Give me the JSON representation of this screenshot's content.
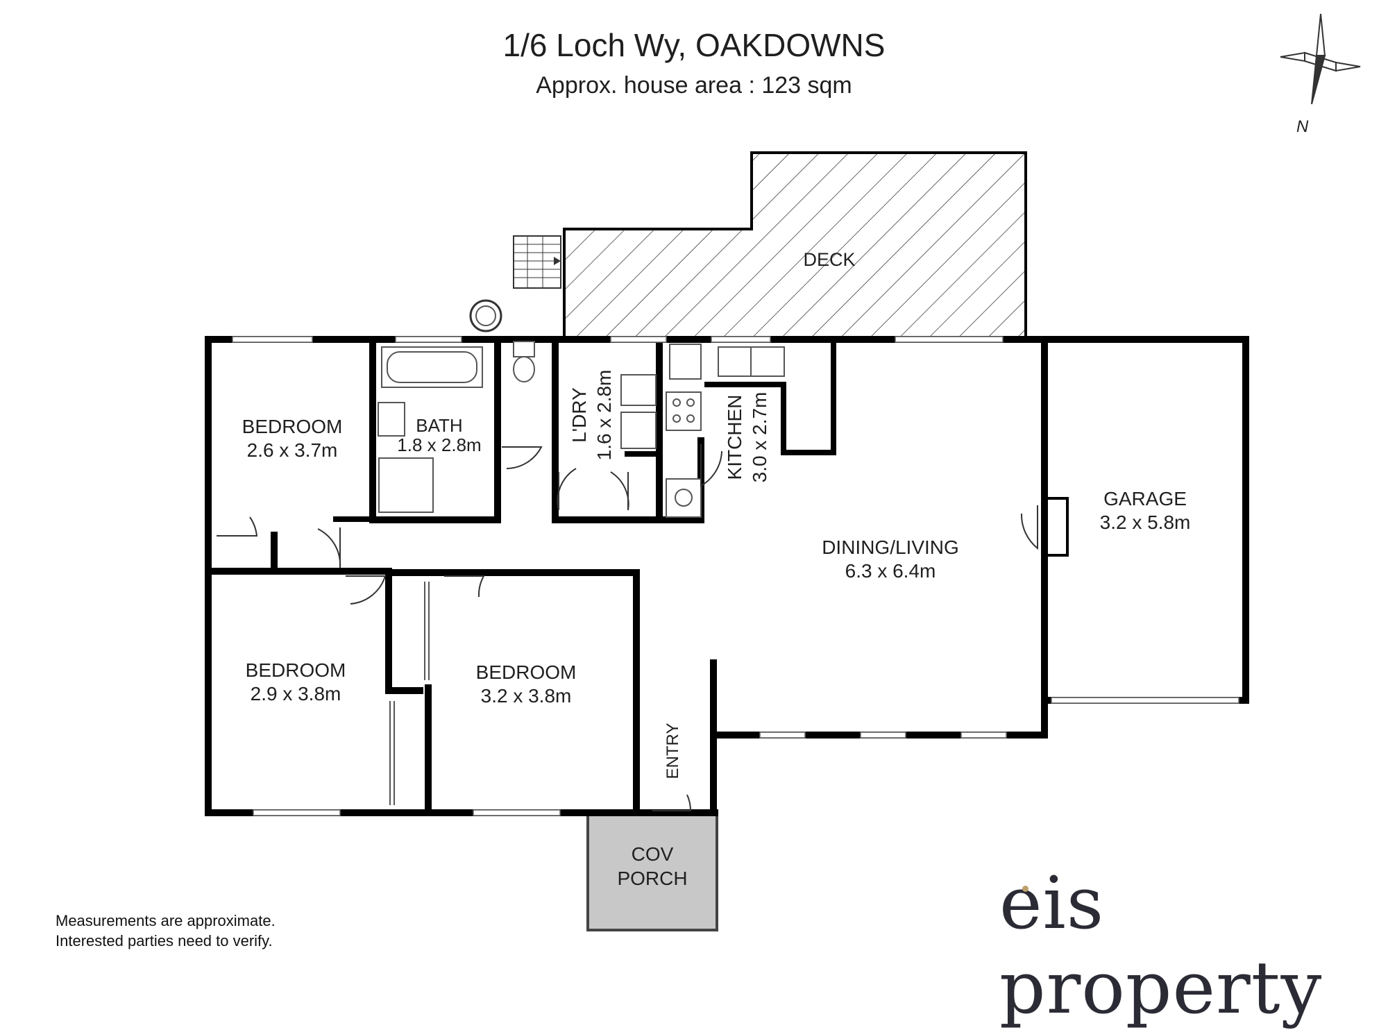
{
  "header": {
    "address": "1/6 Loch Wy, OAKDOWNS",
    "area": "Approx. house area : 123 sqm"
  },
  "compass": {
    "label": "N",
    "icon": "north-arrow-icon"
  },
  "rooms": {
    "bedroom1": {
      "name": "BEDROOM",
      "size": "2.6 x 3.7m"
    },
    "bath": {
      "name": "BATH",
      "size": "1.8 x 2.8m"
    },
    "laundry": {
      "name": "L'DRY",
      "size": "1.6 x 2.8m"
    },
    "kitchen": {
      "name": "KITCHEN",
      "size": "3.0 x 2.7m"
    },
    "dining": {
      "name": "DINING/LIVING",
      "size": "6.3 x 6.4m"
    },
    "garage": {
      "name": "GARAGE",
      "size": "3.2 x 5.8m"
    },
    "bedroom2": {
      "name": "BEDROOM",
      "size": "2.9 x 3.8m"
    },
    "bedroom3": {
      "name": "BEDROOM",
      "size": "3.2 x 3.8m"
    },
    "deck": {
      "name": "DECK"
    },
    "entry": {
      "name": "ENTRY"
    },
    "porch": {
      "line1": "COV",
      "line2": "PORCH"
    }
  },
  "disclaimer": {
    "line1": "Measurements are approximate.",
    "line2": "Interested parties need to verify."
  },
  "brand": {
    "text": "eis property"
  },
  "colors": {
    "wall": "#000000",
    "porch_fill": "#c8c8c8",
    "brand_text": "#2b2b35",
    "brand_dot": "#bda06a"
  }
}
